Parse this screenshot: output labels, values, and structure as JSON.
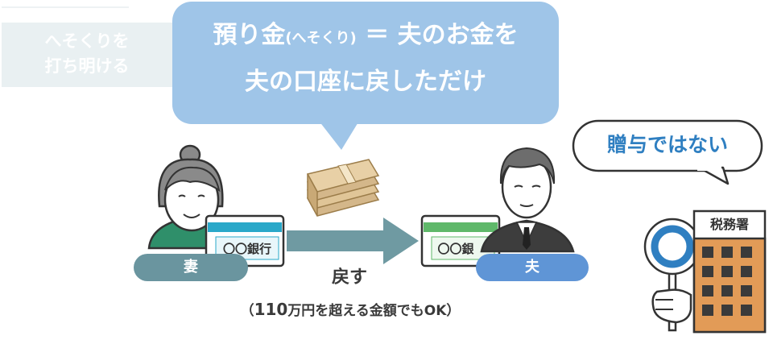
{
  "faded_box": {
    "line1": "へそくりを",
    "line2": "打ち明ける"
  },
  "main_bubble": {
    "line1_prefix": "預り金",
    "line1_paren": "(へそくり)",
    "line1_suffix": " ＝ 夫のお金を",
    "line2": "夫の口座に戻しただけ"
  },
  "speech_bubble": {
    "text": "贈与ではない"
  },
  "labels": {
    "wife": "妻",
    "husband": "夫",
    "return": "戻す",
    "note_open": "（",
    "note_number": "110",
    "note_rest": "万円を超える金額でもOK）"
  },
  "bank_card": {
    "text": "〇〇銀行",
    "text_partial": "〇〇銀"
  },
  "tax_office": {
    "sign": "税務署"
  },
  "colors": {
    "bubble": "#9fc5e8",
    "speech_text": "#2f7fc1",
    "wife_label": "#6a959f",
    "husband_label": "#5f95d6",
    "arrow": "#6f9aa2",
    "wife_card": "#2aa8c9",
    "husband_card": "#5fb86a",
    "office": "#e29b57"
  },
  "icons": [
    "wife-figure-icon",
    "husband-figure-icon",
    "cash-bundle-icon",
    "bank-card-icon",
    "magnifier-sign-icon",
    "tax-office-building-icon",
    "right-arrow-icon"
  ]
}
